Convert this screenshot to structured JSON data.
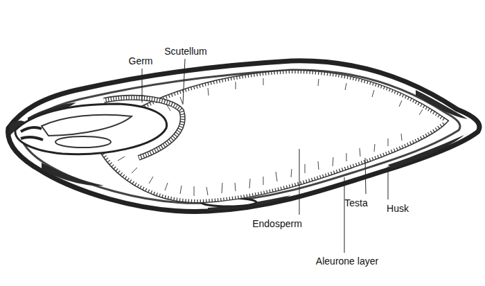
{
  "diagram": {
    "labels": [
      "Germ",
      "Scutellum",
      "Endosperm",
      "Testa",
      "Husk",
      "Aleurone layer"
    ]
  }
}
